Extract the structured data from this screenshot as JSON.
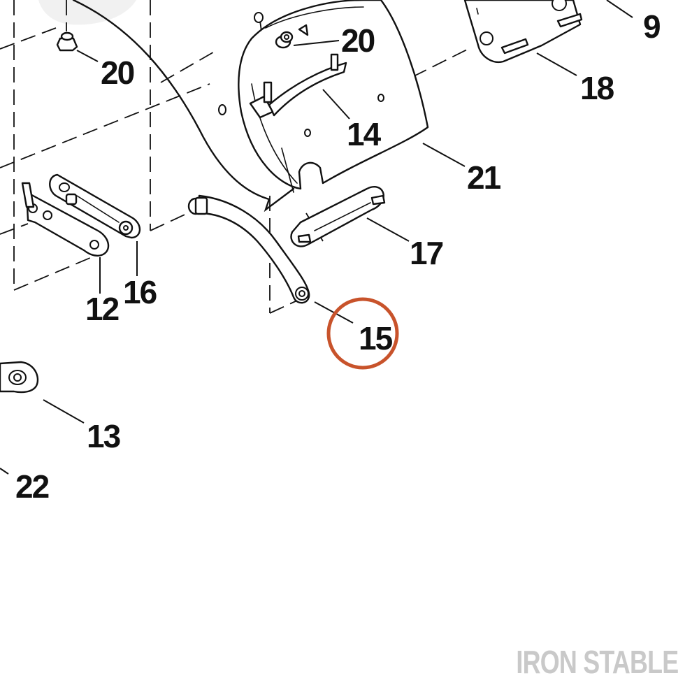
{
  "callouts": {
    "c9": "9",
    "c12": "12",
    "c13": "13",
    "c14": "14",
    "c15": "15",
    "c16": "16",
    "c17": "17",
    "c18": "18",
    "c20a": "20",
    "c20b": "20",
    "c21": "21",
    "c22": "22"
  },
  "highlight": {
    "target": "15",
    "color": "#c8532b"
  },
  "watermark": "IRON STABLE"
}
